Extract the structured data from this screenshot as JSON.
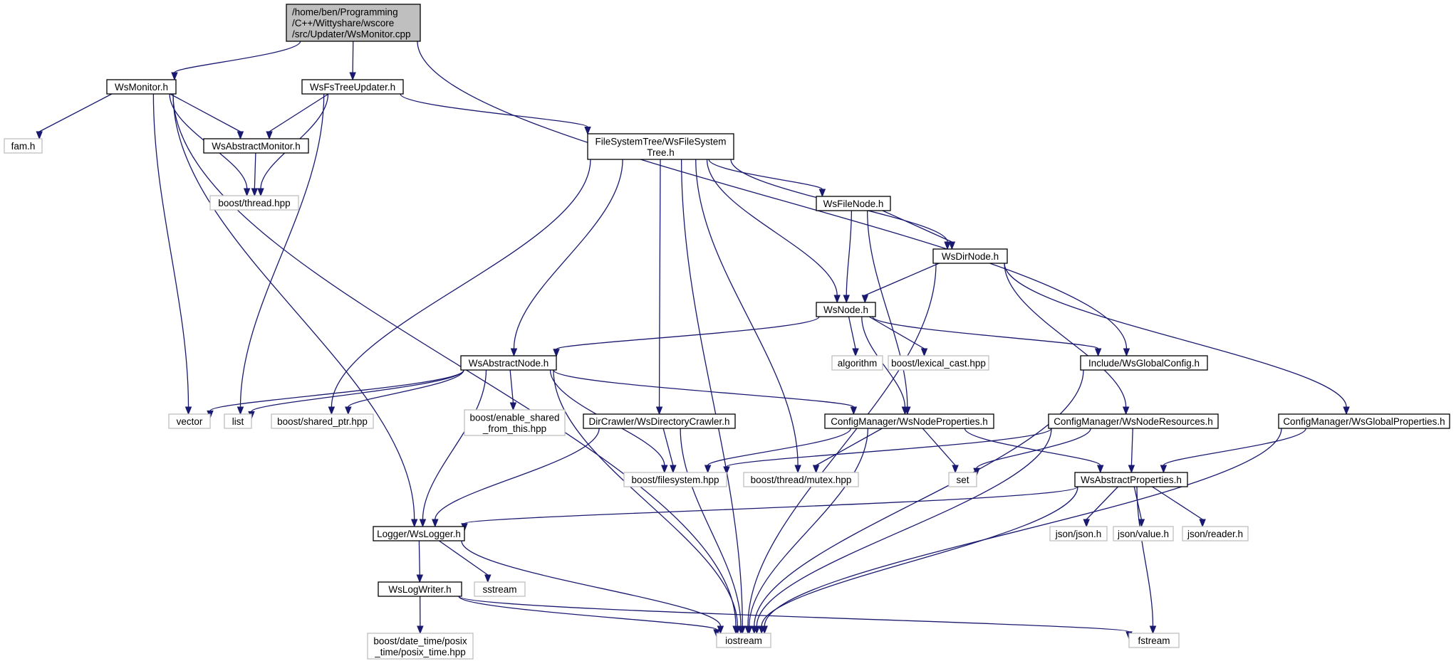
{
  "colors": {
    "edge": "#191970",
    "root_fill": "#bfbfbf",
    "root_border": "#000000",
    "documented_border": "#000000",
    "system_border": "#bfbfbf",
    "node_fill": "#ffffff"
  },
  "nodes": [
    {
      "id": "root",
      "kind": "root",
      "lines": [
        "/home/ben/Programming",
        "/C++/Wittyshare/wscore",
        "/src/Updater/WsMonitor.cpp"
      ]
    },
    {
      "id": "wsmonitor_h",
      "kind": "documented",
      "lines": [
        "WsMonitor.h"
      ]
    },
    {
      "id": "wsfstreeupdater_h",
      "kind": "documented",
      "lines": [
        "WsFsTreeUpdater.h"
      ]
    },
    {
      "id": "fam_h",
      "kind": "system",
      "lines": [
        "fam.h"
      ]
    },
    {
      "id": "wsabstractmonitor_h",
      "kind": "documented",
      "lines": [
        "WsAbstractMonitor.h"
      ]
    },
    {
      "id": "boost_thread_hpp",
      "kind": "system",
      "lines": [
        "boost/thread.hpp"
      ]
    },
    {
      "id": "wsfilesystemtree_h",
      "kind": "documented",
      "lines": [
        "FileSystemTree/WsFileSystem",
        "Tree.h"
      ]
    },
    {
      "id": "wsfilenode_h",
      "kind": "documented",
      "lines": [
        "WsFileNode.h"
      ]
    },
    {
      "id": "wsdirnode_h",
      "kind": "documented",
      "lines": [
        "WsDirNode.h"
      ]
    },
    {
      "id": "wsnode_h",
      "kind": "documented",
      "lines": [
        "WsNode.h"
      ]
    },
    {
      "id": "algorithm",
      "kind": "system",
      "lines": [
        "algorithm"
      ]
    },
    {
      "id": "lexical_cast",
      "kind": "system",
      "lines": [
        "boost/lexical_cast.hpp"
      ]
    },
    {
      "id": "wsglobalconfig_h",
      "kind": "documented",
      "lines": [
        "Include/WsGlobalConfig.h"
      ]
    },
    {
      "id": "wsabstractnode_h",
      "kind": "documented",
      "lines": [
        "WsAbstractNode.h"
      ]
    },
    {
      "id": "vector",
      "kind": "system",
      "lines": [
        "vector"
      ]
    },
    {
      "id": "list",
      "kind": "system",
      "lines": [
        "list"
      ]
    },
    {
      "id": "shared_ptr",
      "kind": "system",
      "lines": [
        "boost/shared_ptr.hpp"
      ]
    },
    {
      "id": "enable_shared",
      "kind": "system",
      "lines": [
        "boost/enable_shared",
        "_from_this.hpp"
      ]
    },
    {
      "id": "wsdirectorycrawler_h",
      "kind": "documented",
      "lines": [
        "DirCrawler/WsDirectoryCrawler.h"
      ]
    },
    {
      "id": "wsnodeproperties_h",
      "kind": "documented",
      "lines": [
        "ConfigManager/WsNodeProperties.h"
      ]
    },
    {
      "id": "wsnoderesources_h",
      "kind": "documented",
      "lines": [
        "ConfigManager/WsNodeResources.h"
      ]
    },
    {
      "id": "wsglobalproperties_h",
      "kind": "documented",
      "lines": [
        "ConfigManager/WsGlobalProperties.h"
      ]
    },
    {
      "id": "filesystem",
      "kind": "system",
      "lines": [
        "boost/filesystem.hpp"
      ]
    },
    {
      "id": "mutex",
      "kind": "system",
      "lines": [
        "boost/thread/mutex.hpp"
      ]
    },
    {
      "id": "set",
      "kind": "system",
      "lines": [
        "set"
      ]
    },
    {
      "id": "wsabstractproperties_h",
      "kind": "documented",
      "lines": [
        "WsAbstractProperties.h"
      ]
    },
    {
      "id": "wslogger_h",
      "kind": "documented",
      "lines": [
        "Logger/WsLogger.h"
      ]
    },
    {
      "id": "json_json",
      "kind": "system",
      "lines": [
        "json/json.h"
      ]
    },
    {
      "id": "json_value",
      "kind": "system",
      "lines": [
        "json/value.h"
      ]
    },
    {
      "id": "json_reader",
      "kind": "system",
      "lines": [
        "json/reader.h"
      ]
    },
    {
      "id": "wslogwriter_h",
      "kind": "documented",
      "lines": [
        "WsLogWriter.h"
      ]
    },
    {
      "id": "sstream",
      "kind": "system",
      "lines": [
        "sstream"
      ]
    },
    {
      "id": "posix_time",
      "kind": "system",
      "lines": [
        "boost/date_time/posix",
        "_time/posix_time.hpp"
      ]
    },
    {
      "id": "iostream",
      "kind": "system",
      "lines": [
        "iostream"
      ]
    },
    {
      "id": "fstream",
      "kind": "system",
      "lines": [
        "fstream"
      ]
    }
  ],
  "edges": [
    [
      "root",
      "wsmonitor_h"
    ],
    [
      "root",
      "wsfstreeupdater_h"
    ],
    [
      "root",
      "wsglobalconfig_h"
    ],
    [
      "wsmonitor_h",
      "fam_h"
    ],
    [
      "wsmonitor_h",
      "wsabstractmonitor_h"
    ],
    [
      "wsmonitor_h",
      "boost_thread_hpp"
    ],
    [
      "wsmonitor_h",
      "vector"
    ],
    [
      "wsmonitor_h",
      "iostream"
    ],
    [
      "wsmonitor_h",
      "wslogger_h"
    ],
    [
      "wsfstreeupdater_h",
      "wsabstractmonitor_h"
    ],
    [
      "wsfstreeupdater_h",
      "boost_thread_hpp"
    ],
    [
      "wsfstreeupdater_h",
      "list"
    ],
    [
      "wsfstreeupdater_h",
      "wsfilesystemtree_h"
    ],
    [
      "wsabstractmonitor_h",
      "boost_thread_hpp"
    ],
    [
      "wsfilesystemtree_h",
      "iostream"
    ],
    [
      "wsfilesystemtree_h",
      "shared_ptr"
    ],
    [
      "wsfilesystemtree_h",
      "wsabstractnode_h"
    ],
    [
      "wsfilesystemtree_h",
      "wsdirectorycrawler_h"
    ],
    [
      "wsfilesystemtree_h",
      "mutex"
    ],
    [
      "wsfilesystemtree_h",
      "wsnode_h"
    ],
    [
      "wsfilesystemtree_h",
      "wsfilenode_h"
    ],
    [
      "wsfilesystemtree_h",
      "wsdirnode_h"
    ],
    [
      "wsfilenode_h",
      "wsnode_h"
    ],
    [
      "wsfilenode_h",
      "wsdirnode_h"
    ],
    [
      "wsfilenode_h",
      "wsnodeproperties_h"
    ],
    [
      "wsdirnode_h",
      "wsnode_h"
    ],
    [
      "wsdirnode_h",
      "iostream"
    ],
    [
      "wsdirnode_h",
      "wsnoderesources_h"
    ],
    [
      "wsdirnode_h",
      "wsglobalproperties_h"
    ],
    [
      "wsnode_h",
      "wsabstractnode_h"
    ],
    [
      "wsnode_h",
      "algorithm"
    ],
    [
      "wsnode_h",
      "lexical_cast"
    ],
    [
      "wsnode_h",
      "wsglobalconfig_h"
    ],
    [
      "wsnode_h",
      "wsnodeproperties_h"
    ],
    [
      "wsglobalconfig_h",
      "iostream"
    ],
    [
      "wsabstractnode_h",
      "vector"
    ],
    [
      "wsabstractnode_h",
      "list"
    ],
    [
      "wsabstractnode_h",
      "shared_ptr"
    ],
    [
      "wsabstractnode_h",
      "enable_shared"
    ],
    [
      "wsabstractnode_h",
      "wslogger_h"
    ],
    [
      "wsabstractnode_h",
      "iostream"
    ],
    [
      "wsabstractnode_h",
      "filesystem"
    ],
    [
      "wsabstractnode_h",
      "wsnodeproperties_h"
    ],
    [
      "wsdirectorycrawler_h",
      "filesystem"
    ],
    [
      "wsdirectorycrawler_h",
      "wslogger_h"
    ],
    [
      "wsdirectorycrawler_h",
      "iostream"
    ],
    [
      "wsnodeproperties_h",
      "filesystem"
    ],
    [
      "wsnodeproperties_h",
      "mutex"
    ],
    [
      "wsnodeproperties_h",
      "set"
    ],
    [
      "wsnodeproperties_h",
      "iostream"
    ],
    [
      "wsnodeproperties_h",
      "wsabstractproperties_h"
    ],
    [
      "wsnoderesources_h",
      "filesystem"
    ],
    [
      "wsnoderesources_h",
      "set"
    ],
    [
      "wsnoderesources_h",
      "iostream"
    ],
    [
      "wsnoderesources_h",
      "wsabstractproperties_h"
    ],
    [
      "wsglobalproperties_h",
      "wsabstractproperties_h"
    ],
    [
      "wsglobalproperties_h",
      "iostream"
    ],
    [
      "wsabstractproperties_h",
      "wslogger_h"
    ],
    [
      "wsabstractproperties_h",
      "iostream"
    ],
    [
      "wsabstractproperties_h",
      "json_json"
    ],
    [
      "wsabstractproperties_h",
      "json_value"
    ],
    [
      "wsabstractproperties_h",
      "json_reader"
    ],
    [
      "wsabstractproperties_h",
      "fstream"
    ],
    [
      "wslogger_h",
      "wslogwriter_h"
    ],
    [
      "wslogger_h",
      "sstream"
    ],
    [
      "wslogger_h",
      "iostream"
    ],
    [
      "wslogwriter_h",
      "posix_time"
    ],
    [
      "wslogwriter_h",
      "iostream"
    ],
    [
      "wslogwriter_h",
      "fstream"
    ]
  ]
}
